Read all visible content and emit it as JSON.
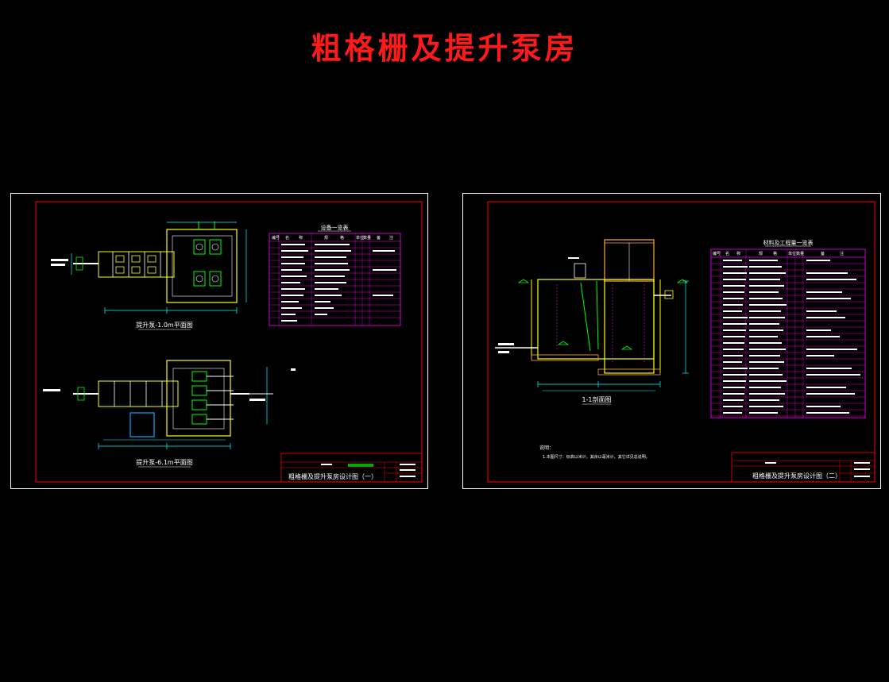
{
  "page": {
    "title": "粗格栅及提升泵房"
  },
  "colors": {
    "background": "#000000",
    "title": "#ff1a1a",
    "sheet_border": "#ffffff",
    "frame": "#ff0000",
    "structure": "#ffff00",
    "pipe": "#00ff00",
    "dimension": "#00ffff",
    "table_line": "#ff00ff",
    "text": "#ffffff",
    "accent": "#ffaa44"
  },
  "sheet_1": {
    "equipment_table_title": "设备一览表",
    "equipment_table_header": [
      "编号",
      "名",
      "称",
      "规",
      "格",
      "单位",
      "数量",
      "备",
      "注"
    ],
    "plan_1_label": "提升泵-1.0m平面图",
    "plan_2_label": "提升泵-6.1m平面图",
    "title_block_title": "粗格栅及提升泵房设计图（一）"
  },
  "sheet_2": {
    "material_table_title": "材料及工程量一览表",
    "material_table_header": [
      "编号",
      "名",
      "称",
      "规",
      "格",
      "单位",
      "数量",
      "备",
      "注"
    ],
    "section_label": "1-1剖面图",
    "notes_heading": "说明：",
    "notes_text": "1.本图尺寸：标高以米计，其余以毫米计。其它详见总说明。",
    "title_block_title": "粗格栅及提升泵房设计图（二）"
  }
}
